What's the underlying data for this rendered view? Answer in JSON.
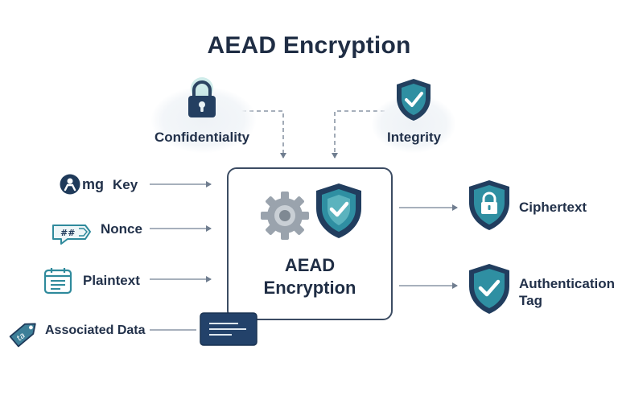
{
  "title": "AEAD Encryption",
  "center": {
    "line1": "AEAD",
    "line2": "Encryption"
  },
  "properties": {
    "confidentiality": "Confidentiality",
    "integrity": "Integrity"
  },
  "inputs": {
    "key_prefix": "mg",
    "key": "Key",
    "nonce_glyph": "##",
    "nonce": "Nonce",
    "plaintext": "Plaintext",
    "associated_data_glyph": "ta",
    "associated_data": "Associated Data"
  },
  "outputs": {
    "ciphertext": "Ciphertext",
    "authentication_tag_line1": "Authentication",
    "authentication_tag_line2": "Tag"
  },
  "colors": {
    "navy": "#1f3a5a",
    "teal": "#2f8a9c",
    "teal_light": "#5bb3be",
    "arrow": "#8a96a5",
    "gear": "#9aa3ad"
  },
  "icons": {
    "confidentiality": "padlock-icon",
    "integrity": "check-shield-icon",
    "key": "key-user-icon",
    "nonce": "tag-hash-icon",
    "plaintext": "document-icon",
    "associated_data": "label-tag-icon",
    "center_gear": "gear-icon",
    "center_shield": "shield-icon",
    "ciphertext": "lock-shield-icon",
    "authentication_tag": "check-shield-icon"
  }
}
